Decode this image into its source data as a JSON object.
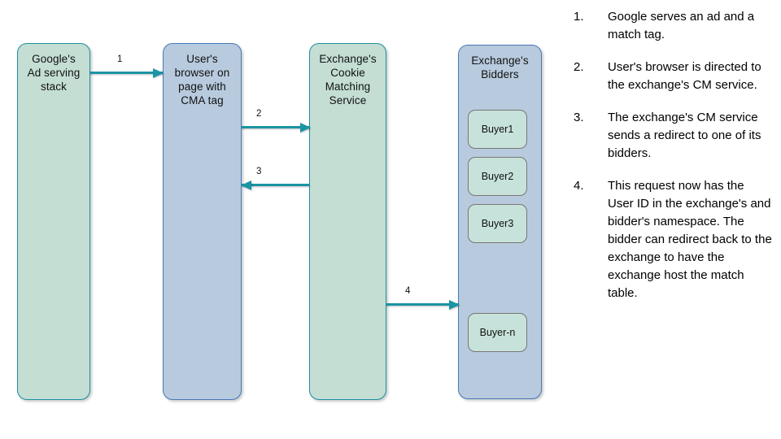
{
  "diagram": {
    "nodes": [
      {
        "id": "google-ad-serving-stack",
        "label": "Google's\nAd serving\nstack",
        "color": "#c4ded4",
        "border": "#1d8f9e"
      },
      {
        "id": "user-browser",
        "label": "User's\nbrowser on\npage with\nCMA tag",
        "color": "#b8cade",
        "border": "#4878b8"
      },
      {
        "id": "exchange-cookie-matching-service",
        "label": "Exchange's\nCookie\nMatching\nService",
        "color": "#c4ded4",
        "border": "#1d8f9e"
      },
      {
        "id": "exchange-bidders",
        "label": "Exchange's\nBidders",
        "color": "#b8cade",
        "border": "#4878b8"
      }
    ],
    "bidders": [
      {
        "id": "buyer1",
        "label": "Buyer1"
      },
      {
        "id": "buyer2",
        "label": "Buyer2"
      },
      {
        "id": "buyer3",
        "label": "Buyer3"
      },
      {
        "id": "buyer-n",
        "label": "Buyer-n"
      }
    ],
    "arrows": [
      {
        "id": "arrow-1",
        "label": "1",
        "direction": "right",
        "from": "google-ad-serving-stack",
        "to": "user-browser",
        "color": "#1b94a4"
      },
      {
        "id": "arrow-2",
        "label": "2",
        "direction": "right",
        "from": "user-browser",
        "to": "exchange-cookie-matching-service",
        "color": "#1b94a4"
      },
      {
        "id": "arrow-3",
        "label": "3",
        "direction": "left",
        "from": "exchange-cookie-matching-service",
        "to": "user-browser",
        "color": "#1b94a4"
      },
      {
        "id": "arrow-4",
        "label": "4",
        "direction": "right",
        "from": "exchange-cookie-matching-service",
        "to": "exchange-bidders",
        "color": "#1b94a4"
      }
    ]
  },
  "notes": [
    {
      "num": "1.",
      "text": "Google serves an ad and a match tag."
    },
    {
      "num": "2.",
      "text": "User's browser is directed to the exchange's CM service."
    },
    {
      "num": "3.",
      "text": "The exchange's CM service sends a redirect to one of its bidders."
    },
    {
      "num": "4.",
      "text": "This request now has the User ID in the exchange's and bidder's namespace. The bidder can redirect back to the exchange to have the exchange host the match table."
    }
  ]
}
